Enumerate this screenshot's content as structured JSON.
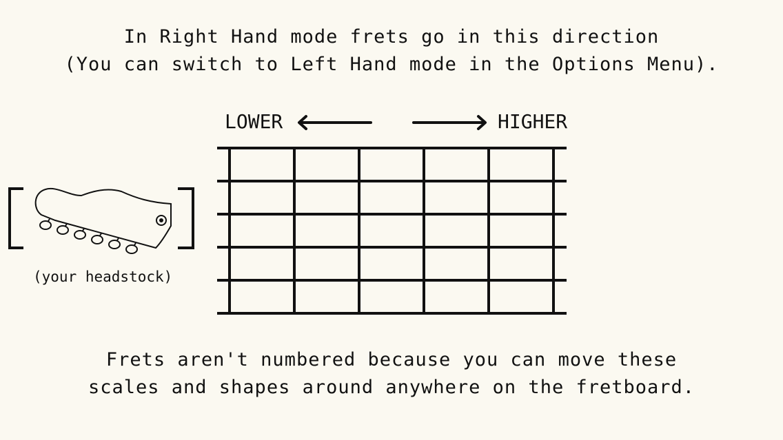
{
  "intro": {
    "line1": "In Right Hand mode frets go in this direction",
    "line2": "(You can switch to Left Hand mode in the Options Menu)."
  },
  "direction": {
    "lower": "LOWER",
    "higher": "HIGHER"
  },
  "headstock": {
    "caption": "(your headstock)"
  },
  "fretboard": {
    "strings": 6,
    "fret_cells": 5
  },
  "outro": {
    "line1": "Frets aren't numbered because you can move these",
    "line2": "scales and shapes around anywhere on the fretboard."
  }
}
